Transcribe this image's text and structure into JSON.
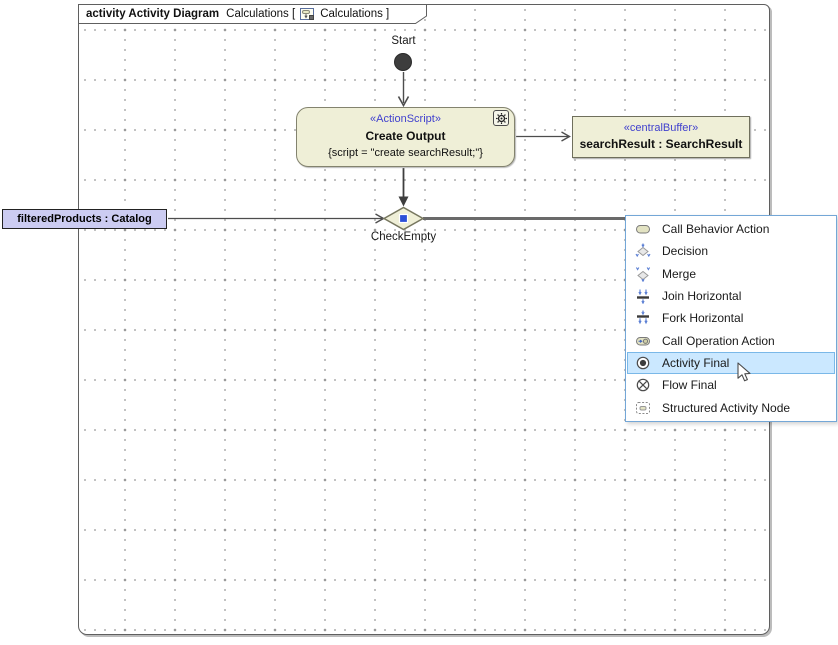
{
  "frame": {
    "header": {
      "keyword": "activity Activity Diagram",
      "name_before_icon": "Calculations [",
      "diagram_icon": "activity-diagram-icon",
      "name_after_icon": "Calculations ]"
    }
  },
  "nodes": {
    "start": {
      "label": "Start"
    },
    "create_output": {
      "stereotype": "«ActionScript»",
      "name": "Create Output",
      "script": "{script = \"create searchResult;\"}",
      "badge_icon": "gear-icon"
    },
    "central_buffer": {
      "stereotype": "«centralBuffer»",
      "name": "searchResult : SearchResult"
    },
    "decision": {
      "label": "CheckEmpty"
    },
    "object_flow_label": {
      "label": "filteredProducts : Catalog"
    }
  },
  "menu": {
    "items": [
      {
        "label": "Call Behavior Action",
        "icon": "call-behavior-action-icon",
        "highlighted": false
      },
      {
        "label": "Decision",
        "icon": "decision-icon",
        "highlighted": false
      },
      {
        "label": "Merge",
        "icon": "merge-icon",
        "highlighted": false
      },
      {
        "label": "Join Horizontal",
        "icon": "join-horizontal-icon",
        "highlighted": false
      },
      {
        "label": "Fork Horizontal",
        "icon": "fork-horizontal-icon",
        "highlighted": false
      },
      {
        "label": "Call Operation Action",
        "icon": "call-operation-action-icon",
        "highlighted": false
      },
      {
        "label": "Activity Final",
        "icon": "activity-final-icon",
        "highlighted": true
      },
      {
        "label": "Flow Final",
        "icon": "flow-final-icon",
        "highlighted": false
      },
      {
        "label": "Structured Activity Node",
        "icon": "structured-activity-node-icon",
        "highlighted": false
      }
    ]
  },
  "colors": {
    "node_fill": "#EFEFD7",
    "node_border": "#83836E",
    "stereotype_text": "#4141CE",
    "flow_label_fill": "#CCCCF2",
    "flow_label_border": "#222222",
    "menu_border": "#74A7D7",
    "menu_highlight_fill": "#CBE8FF",
    "menu_highlight_border": "#7AB8E8",
    "connector_line": "#4d4d4d",
    "grid_dot": "#b8b8b8",
    "start_node_fill": "#3d3d3d"
  }
}
